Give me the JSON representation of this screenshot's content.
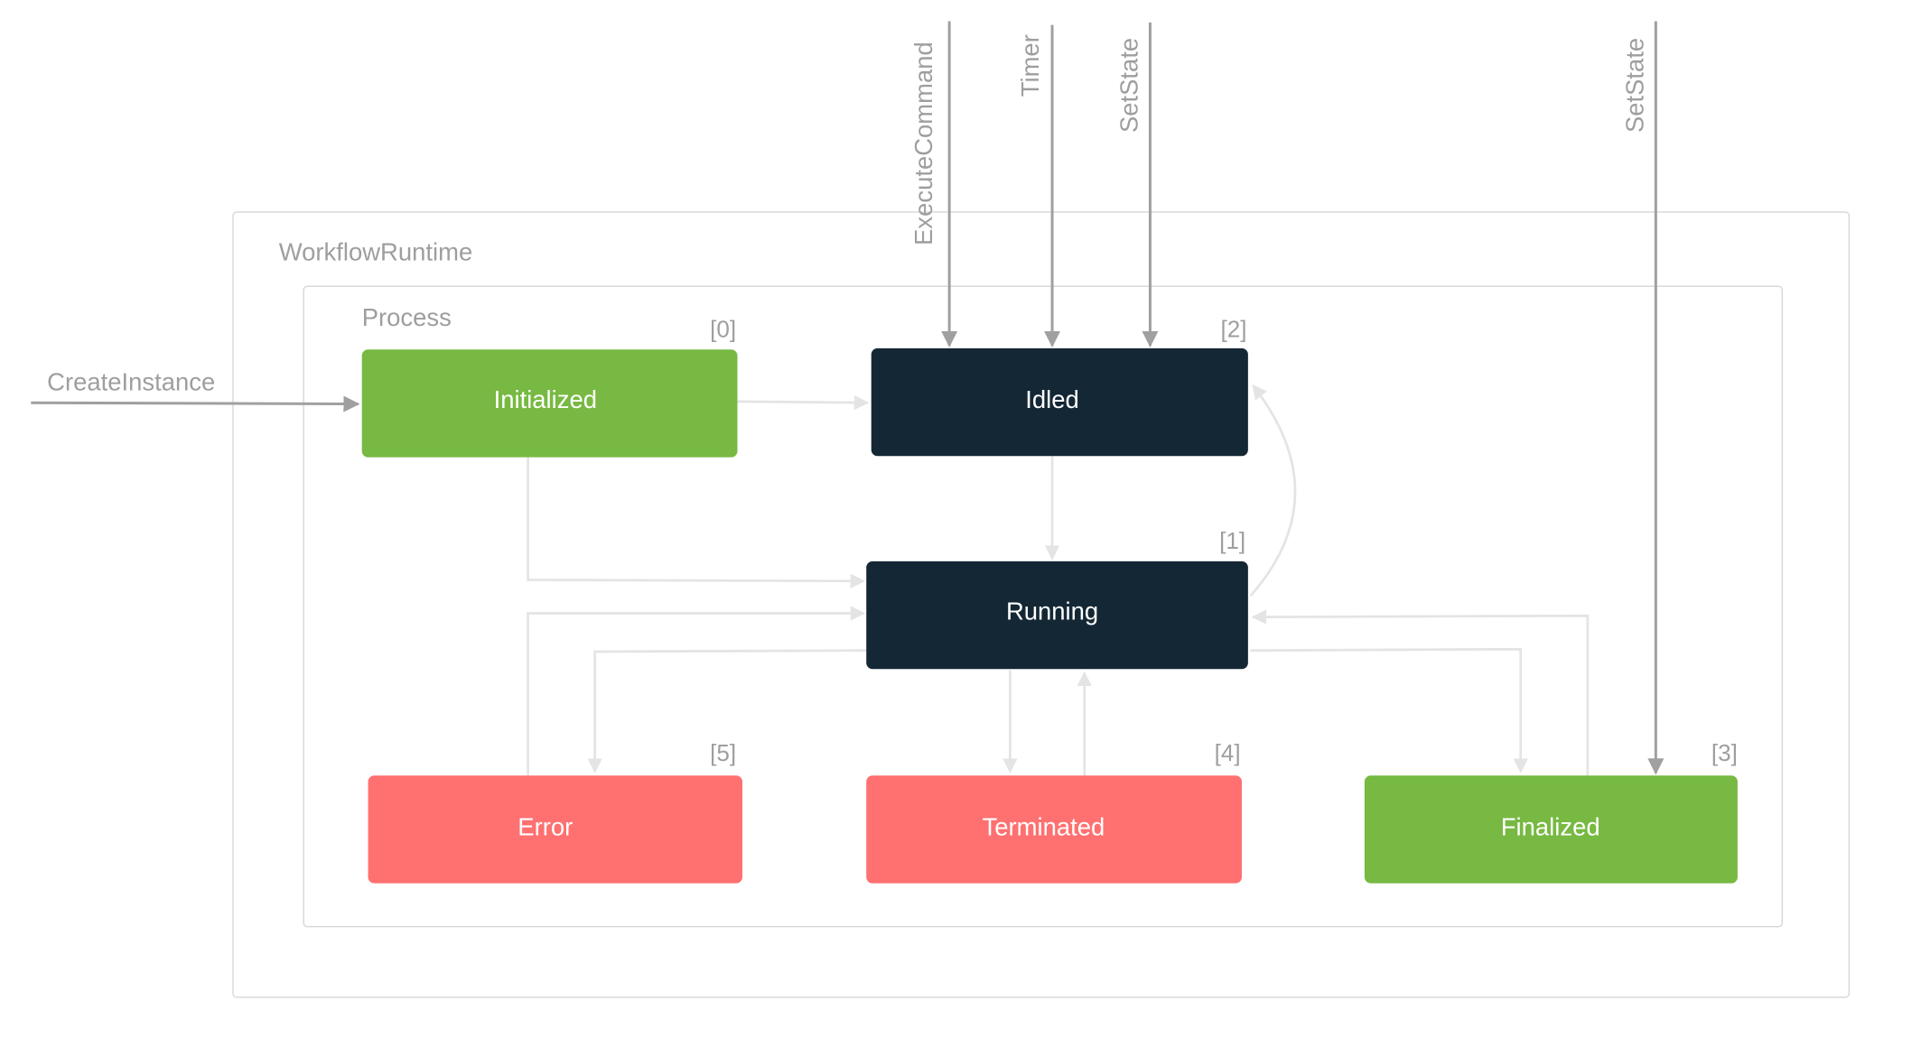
{
  "containers": {
    "runtime": "WorkflowRuntime",
    "process": "Process"
  },
  "external_events": {
    "create_instance": "CreateInstance",
    "execute_command": "ExecuteCommand",
    "timer": "Timer",
    "set_state_idled": "SetState",
    "set_state_finalized": "SetState"
  },
  "states": {
    "initialized": {
      "label": "Initialized",
      "index": "[0]",
      "color": "#77b942"
    },
    "idled": {
      "label": "Idled",
      "index": "[2]",
      "color": "#142735"
    },
    "running": {
      "label": "Running",
      "index": "[1]",
      "color": "#142735"
    },
    "error": {
      "label": "Error",
      "index": "[5]",
      "color": "#ff7070"
    },
    "terminated": {
      "label": "Terminated",
      "index": "[4]",
      "color": "#ff7070"
    },
    "finalized": {
      "label": "Finalized",
      "index": "[3]",
      "color": "#77b942"
    }
  }
}
